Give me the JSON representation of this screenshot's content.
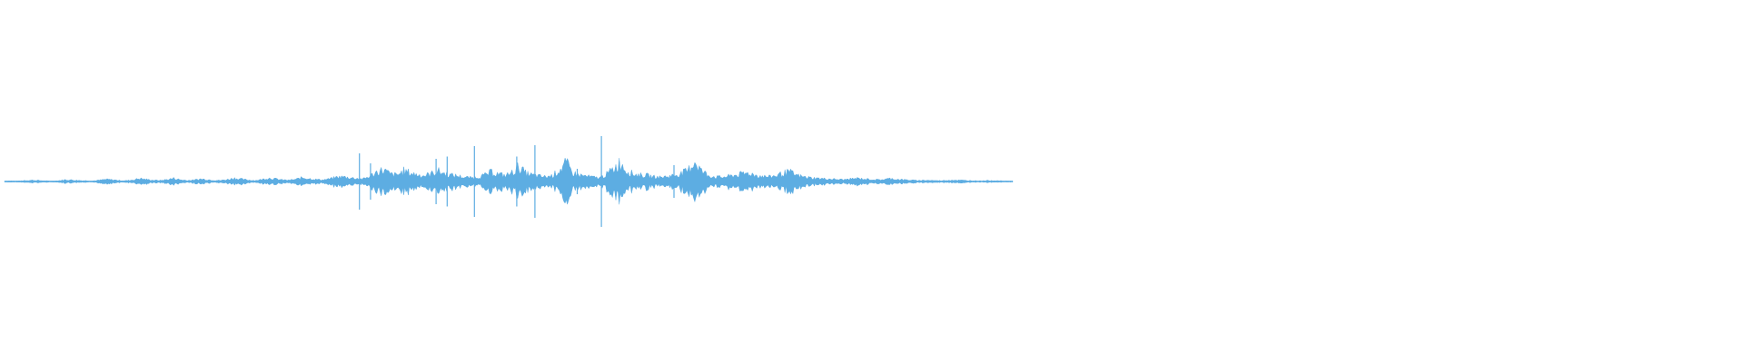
{
  "waveform": {
    "color": "#5dade2",
    "line_color": "#5dade2",
    "amplitude_envelope": [
      0.02,
      0.03,
      0.02,
      0.05,
      0.06,
      0.05,
      0.03,
      0.02,
      0.04,
      0.08,
      0.07,
      0.05,
      0.04,
      0.03,
      0.06,
      0.1,
      0.08,
      0.05,
      0.04,
      0.08,
      0.14,
      0.1,
      0.06,
      0.05,
      0.09,
      0.15,
      0.08,
      0.05,
      0.07,
      0.12,
      0.09,
      0.06,
      0.05,
      0.1,
      0.16,
      0.11,
      0.07,
      0.05,
      0.09,
      0.17,
      0.12,
      0.08,
      0.06,
      0.1,
      0.18,
      0.14,
      0.1,
      0.08,
      0.12,
      0.2,
      0.22,
      0.18,
      0.15,
      0.12,
      0.25,
      0.45,
      0.55,
      0.35,
      0.3,
      0.5,
      0.4,
      0.32,
      0.28,
      0.36,
      0.5,
      0.38,
      0.3,
      0.26,
      0.2,
      0.18,
      0.22,
      0.3,
      0.45,
      0.35,
      0.28,
      0.42,
      0.7,
      0.4,
      0.3,
      0.25,
      0.22,
      0.28,
      0.55,
      0.85,
      0.4,
      0.3,
      0.25,
      0.2,
      0.18,
      0.35,
      0.6,
      0.9,
      0.5,
      0.35,
      0.3,
      0.28,
      0.22,
      0.2,
      0.24,
      0.3,
      0.38,
      0.5,
      1.0,
      0.5,
      0.3,
      0.22,
      0.2,
      0.25,
      0.3,
      0.35,
      0.4,
      0.3,
      0.25,
      0.22,
      0.28,
      0.38,
      0.45,
      0.3,
      0.22,
      0.18,
      0.15,
      0.13,
      0.12,
      0.1,
      0.09,
      0.12,
      0.15,
      0.12,
      0.1,
      0.08,
      0.1,
      0.14,
      0.1,
      0.08,
      0.06,
      0.05,
      0.06,
      0.05,
      0.04,
      0.05,
      0.07,
      0.06,
      0.05,
      0.04,
      0.03,
      0.04,
      0.05,
      0.03,
      0.02,
      0.02
    ],
    "spikes": [
      {
        "pos": 0.352,
        "amp": 0.62
      },
      {
        "pos": 0.363,
        "amp": 0.4
      },
      {
        "pos": 0.428,
        "amp": 0.5
      },
      {
        "pos": 0.439,
        "amp": 0.55
      },
      {
        "pos": 0.466,
        "amp": 0.78
      },
      {
        "pos": 0.508,
        "amp": 0.55
      },
      {
        "pos": 0.526,
        "amp": 0.8
      },
      {
        "pos": 0.568,
        "amp": 0.28
      },
      {
        "pos": 0.592,
        "amp": 1.0
      },
      {
        "pos": 0.664,
        "amp": 0.36
      }
    ]
  }
}
